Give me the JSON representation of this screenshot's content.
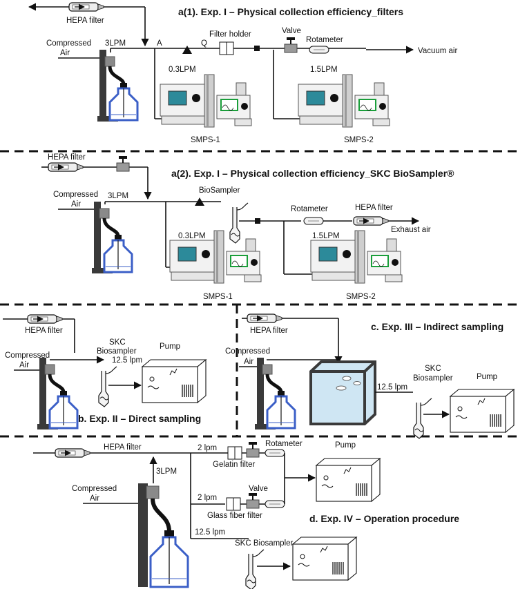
{
  "sections": {
    "a1": {
      "title": "a(1). Exp. I – Physical collection efficiency_filters",
      "hepa": "HEPA filter",
      "compressed": "Compressed",
      "air": "Air",
      "flow_3lpm": "3LPM",
      "point_a": "A",
      "q": "Q",
      "filter_holder": "Filter holder",
      "valve": "Valve",
      "rotameter": "Rotameter",
      "vacuum_air": "Vacuum air",
      "flow_03": "0.3LPM",
      "flow_15": "1.5LPM",
      "smps1": "SMPS-1",
      "smps2": "SMPS-2"
    },
    "a2": {
      "title": "a(2). Exp. I – Physical collection efficiency_SKC BioSampler®",
      "hepa": "HEPA filter",
      "compressed": "Compressed",
      "air": "Air",
      "flow_3lpm": "3LPM",
      "biosampler": "BioSampler",
      "rotameter": "Rotameter",
      "hepa2": "HEPA filter",
      "exhaust": "Exhaust air",
      "flow_03": "0.3LPM",
      "flow_15": "1.5LPM",
      "smps1": "SMPS-1",
      "smps2": "SMPS-2"
    },
    "b": {
      "title": "b. Exp. II – Direct sampling",
      "hepa": "HEPA filter",
      "compressed": "Compressed",
      "air": "Air",
      "skc": "SKC",
      "biosampler": "Biosampler",
      "flow": "12.5 lpm",
      "pump": "Pump"
    },
    "c": {
      "title": "c. Exp. III – Indirect sampling",
      "hepa": "HEPA filter",
      "compressed": "Compressed",
      "air": "Air",
      "flow": "12.5 lpm",
      "skc": "SKC",
      "biosampler": "Biosampler",
      "pump": "Pump"
    },
    "d": {
      "title": "d. Exp. IV – Operation procedure",
      "hepa": "HEPA filter",
      "flow_3lpm": "3LPM",
      "compressed": "Compressed",
      "air": "Air",
      "flow_2a": "2 lpm",
      "gelatin": "Gelatin filter",
      "rotameter": "Rotameter",
      "pump": "Pump",
      "flow_2b": "2 lpm",
      "valve": "Valve",
      "glass": "Glass fiber filter",
      "flow_125": "12.5 lpm",
      "skc_bio": "SKC Biosampler"
    }
  },
  "colors": {
    "nebulizer_bottle": "#3b5fc7",
    "stand": "#3a3a3a",
    "screen": "#2c8a9a",
    "chamber_glass": "#cfe6f3",
    "monitor_green": "#1a9e3a"
  }
}
